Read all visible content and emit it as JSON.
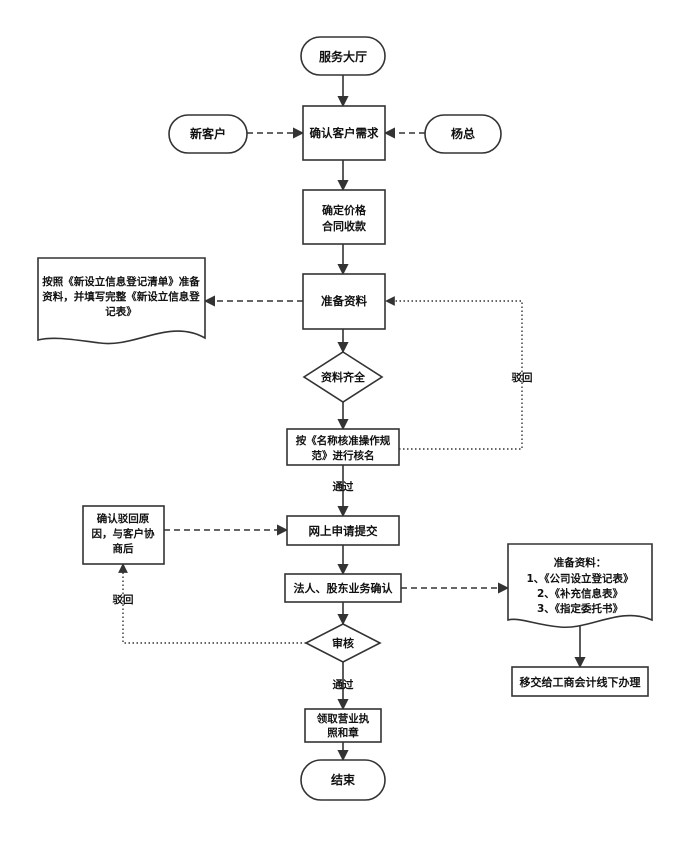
{
  "nodes": {
    "service_hall": "服务大厅",
    "new_client": "新客户",
    "yang_zong": "杨总",
    "confirm_needs": "确认客户需求",
    "price_line1": "确定价格",
    "price_line2": "合同收款",
    "prepare": "准备资料",
    "doc_left_line1": "按照《新设立信息登记清单》准备",
    "doc_left_line2": "资料，并填写完整《新设立信息登",
    "doc_left_line3": "记表》",
    "complete": "资料齐全",
    "check_line1": "按《名称核准操作规",
    "check_line2": "范》进行核名",
    "submit_online": "网上申请提交",
    "confirm_reject_line1": "确认驳回原",
    "confirm_reject_line2": "因，与客户协",
    "confirm_reject_line3": "商后",
    "legal_confirm": "法人、股东业务确认",
    "doc_right_title": "准备资料：",
    "doc_right_item1": "1、《公司设立登记表》",
    "doc_right_item2": "2、《补充信息表》",
    "doc_right_item3": "3、《指定委托书》",
    "transfer": "移交给工商会计线下办理",
    "review": "审核",
    "license_line1": "领取营业执",
    "license_line2": "照和章",
    "end": "结束"
  },
  "labels": {
    "rejected_top": "驳回",
    "rejected_left": "驳回",
    "passed_1": "通过",
    "passed_2": "通过"
  }
}
